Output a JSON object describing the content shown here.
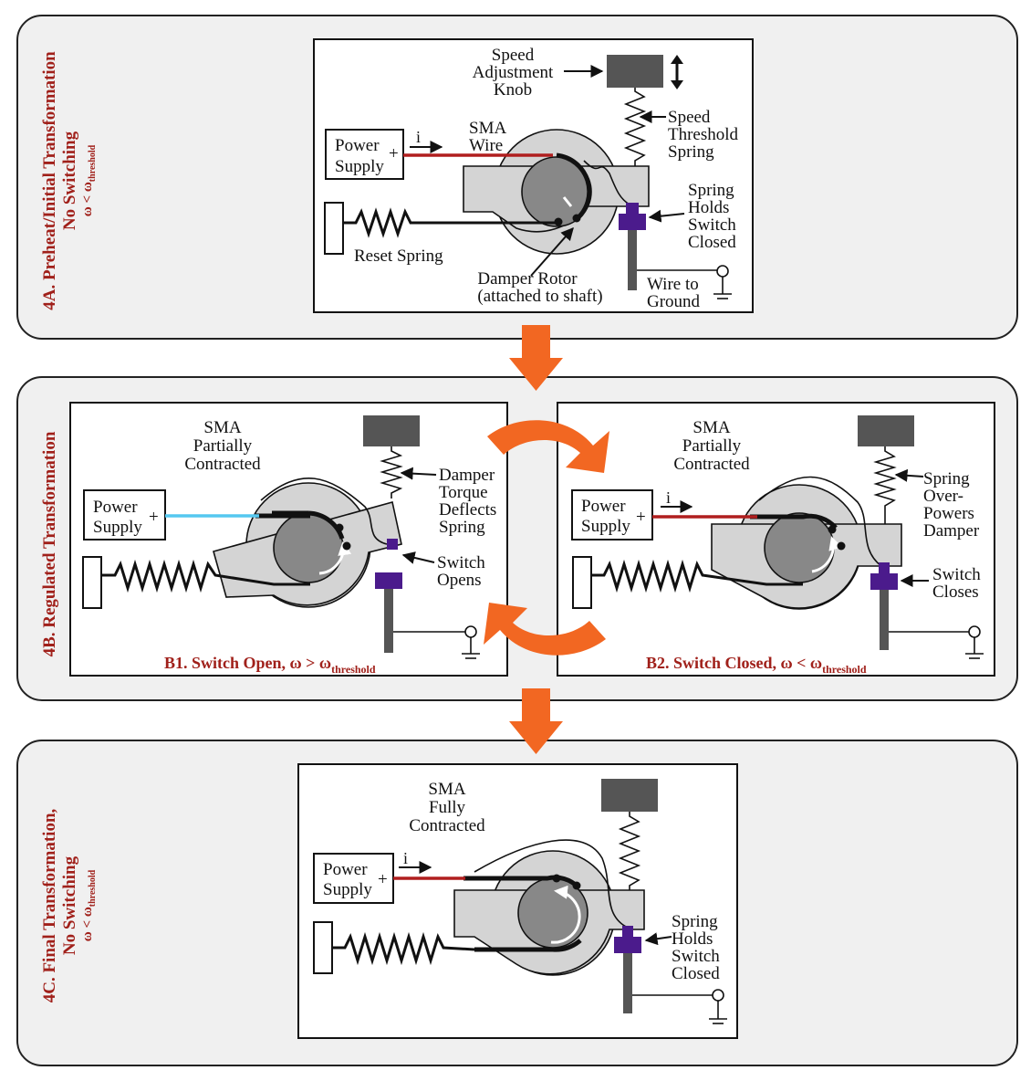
{
  "panels": {
    "a": {
      "line1": "4A. Preheat/Initial Transformation",
      "line2": "No Switching",
      "line3": "ω < ω",
      "line3_sub": "threshold"
    },
    "b": {
      "line1": "4B. Regulated Transformation"
    },
    "c": {
      "line1": "4C. Final Transformation,",
      "line2": "No Switching",
      "line3": "ω < ω",
      "line3_sub": "threshold"
    }
  },
  "labels": {
    "speed_knob": [
      "Speed",
      "Adjustment",
      "Knob"
    ],
    "speed_spring": [
      "Speed",
      "Threshold",
      "Spring"
    ],
    "sma_wire": [
      "SMA",
      "Wire"
    ],
    "power_supply": [
      "Power",
      "Supply"
    ],
    "plus": "+",
    "current": "i",
    "reset_spring": "Reset Spring",
    "damper_rotor": [
      "Damper Rotor",
      "(attached to shaft)"
    ],
    "spring_holds": [
      "Spring",
      "Holds",
      "Switch",
      "Closed"
    ],
    "wire_ground": [
      "Wire to",
      "Ground"
    ],
    "sma_partial": [
      "SMA",
      "Partially",
      "Contracted"
    ],
    "damper_torque": [
      "Damper",
      "Torque",
      "Deflects",
      "Spring"
    ],
    "switch_opens": [
      "Switch",
      "Opens"
    ],
    "spring_overpowers": [
      "Spring",
      "Over-",
      "Powers",
      "Damper"
    ],
    "switch_closes": [
      "Switch",
      "Closes"
    ],
    "sma_full": [
      "SMA",
      "Fully",
      "Contracted"
    ]
  },
  "captions": {
    "b1": "B1. Switch Open, ω > ω",
    "b2": "B2. Switch Closed, ω < ω",
    "sub": "threshold"
  },
  "colors": {
    "panel_label": "#a0201a",
    "arrow": "#f26722",
    "sma_hot": "#b01e1e",
    "sma_cool": "#55c8f0",
    "switch": "#4b1b8c",
    "knob": "#555555",
    "rotor": "#888888",
    "housing": "#d4d4d4"
  }
}
